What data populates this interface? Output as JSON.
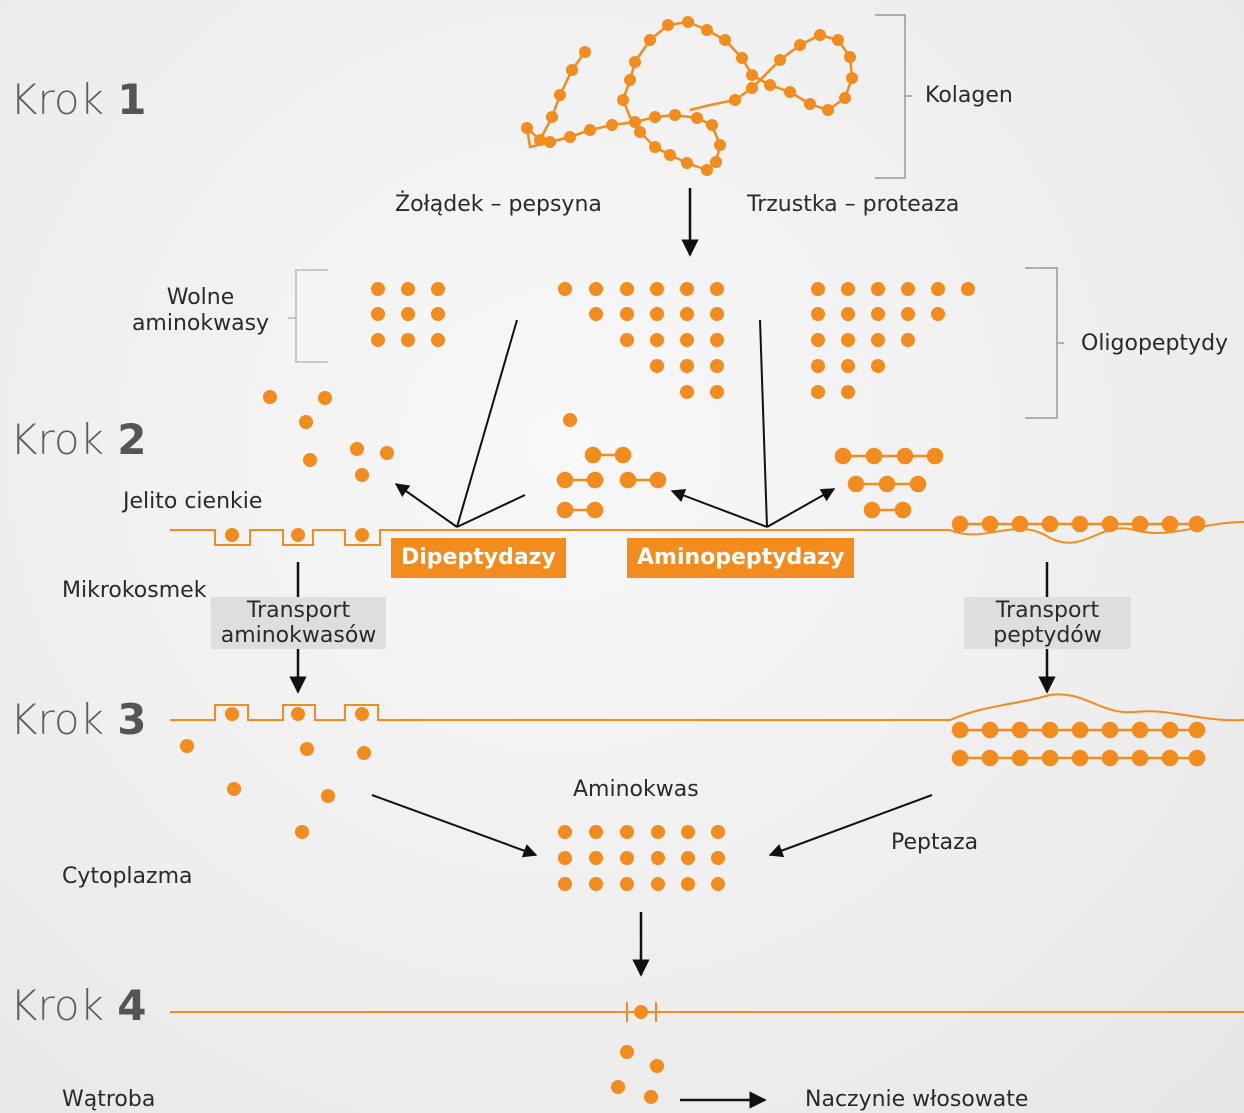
{
  "steps": [
    {
      "prefix": "Krok",
      "num": "1"
    },
    {
      "prefix": "Krok",
      "num": "2"
    },
    {
      "prefix": "Krok",
      "num": "3"
    },
    {
      "prefix": "Krok",
      "num": "4"
    }
  ],
  "labels": {
    "kolagen": "Kolagen",
    "zoladek": "Żołądek – pepsyna",
    "trzustka": "Trzustka – proteaza",
    "wolne_line1": "Wolne",
    "wolne_line2": "aminokwasy",
    "oligopeptydy": "Oligopeptydy",
    "jelito": "Jelito cienkie",
    "mikrokosmek": "Mikrokosmek",
    "aminokwas": "Aminokwas",
    "peptaza": "Peptaza",
    "cytoplazma": "Cytoplazma",
    "watroba": "Wątroba",
    "naczynie": "Naczynie włosowate"
  },
  "enzymes": {
    "dipeptydazy": "Dipeptydazy",
    "aminopeptydazy": "Aminopeptydazy"
  },
  "transport": {
    "aminokwasow_line1": "Transport",
    "aminokwasow_line2": "aminokwasów",
    "peptydow_line1": "Transport",
    "peptydow_line2": "peptydów"
  },
  "colors": {
    "accent": "#f28c1e",
    "text": "#2a2a2a",
    "background": "#eeeeee"
  }
}
